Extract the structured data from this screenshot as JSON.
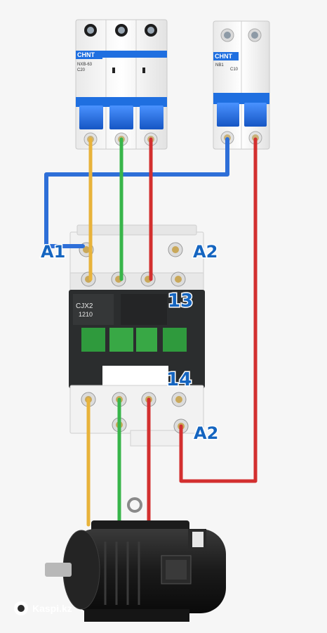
{
  "breaker_3p": {
    "brand": "CHNT",
    "model": "NXB-63",
    "rating": "C20"
  },
  "breaker_2p": {
    "brand": "CHNT",
    "model": "NB1",
    "rating": "C10"
  },
  "contactor": {
    "model": "CJX2",
    "code": "1210",
    "terminal_labels": {
      "a1": "A1",
      "a2_top": "A2",
      "no13": "13",
      "no14": "14",
      "a2_bottom": "A2"
    }
  },
  "watermark": {
    "text": "Kaspi.kz",
    "icon": "kaspi-logo-icon"
  },
  "colors": {
    "phase_yellow": "#e8b33a",
    "phase_green": "#38b54a",
    "phase_red": "#d32f2f",
    "control_blue": "#2e6fd8",
    "label_blue": "#1565c0",
    "breaker_blue": "#1f6fe0"
  }
}
